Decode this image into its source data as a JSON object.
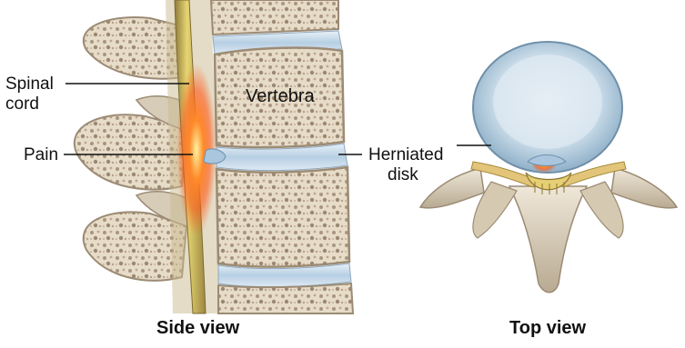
{
  "labels": {
    "spinal_cord_line1": "Spinal",
    "spinal_cord_line2": "cord",
    "pain": "Pain",
    "vertebra": "Vertebra",
    "herniated_line1": "Herniated",
    "herniated_line2": "disk"
  },
  "captions": {
    "side_view": "Side view",
    "top_view": "Top view"
  },
  "colors": {
    "bone": "#e8dfcf",
    "bone_shade": "#b9ab94",
    "disk": "#c8dcec",
    "cord": "#d8c25a",
    "pain": "#ff6a1a"
  }
}
